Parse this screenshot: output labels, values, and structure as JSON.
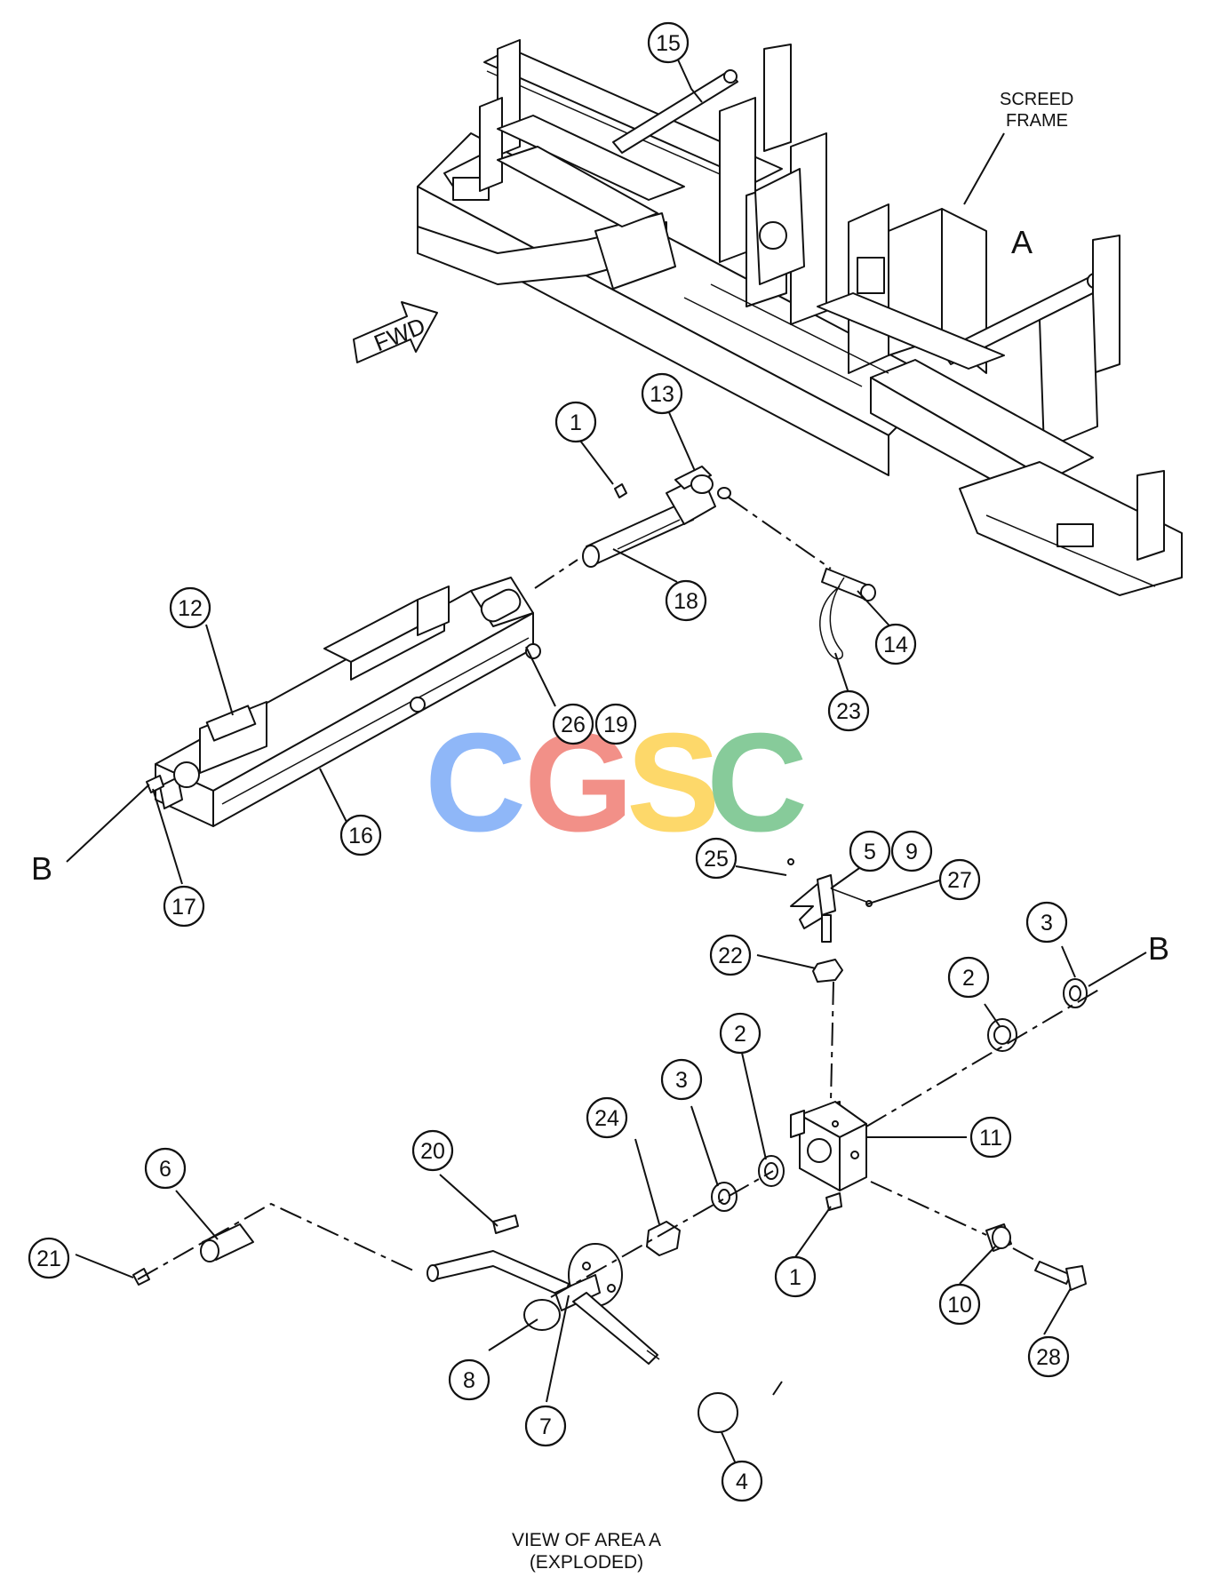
{
  "labels": {
    "screed_frame_line1": "SCREED",
    "screed_frame_line2": "FRAME",
    "area_letter": "A",
    "fwd": "FWD",
    "b_left": "B",
    "b_right": "B",
    "view_caption_line1": "VIEW OF AREA  A",
    "view_caption_line2": "(EXPLODED)"
  },
  "watermark": {
    "letters": [
      "C",
      "G",
      "S",
      "C"
    ],
    "colors": [
      "#8ab4f8",
      "#f28b82",
      "#fdd663",
      "#81c995"
    ]
  },
  "callouts": {
    "c1a": "1",
    "c1b": "1",
    "c2a": "2",
    "c2b": "2",
    "c3a": "3",
    "c3b": "3",
    "c4": "4",
    "c5": "5",
    "c6": "6",
    "c7": "7",
    "c8": "8",
    "c9": "9",
    "c10": "10",
    "c11": "11",
    "c12": "12",
    "c13": "13",
    "c14": "14",
    "c15": "15",
    "c16": "16",
    "c17": "17",
    "c18": "18",
    "c19": "19",
    "c20": "20",
    "c21": "21",
    "c22": "22",
    "c23": "23",
    "c24": "24",
    "c25": "25",
    "c26": "26",
    "c27": "27",
    "c28": "28"
  }
}
